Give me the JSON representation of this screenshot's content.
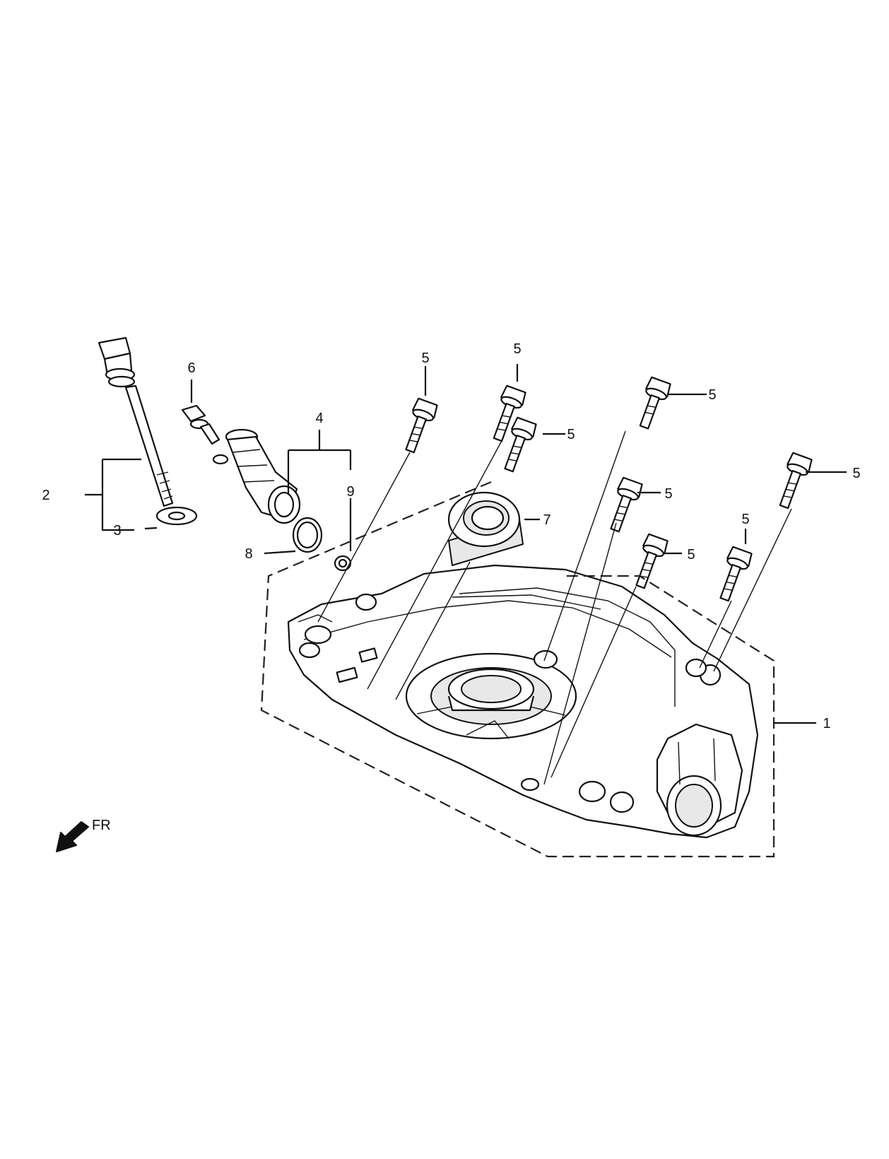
{
  "diagram": {
    "callouts": {
      "c1": "1",
      "c2": "2",
      "c3": "3",
      "c4": "4",
      "c5a": "5",
      "c5b": "5",
      "c5c": "5",
      "c5d": "5",
      "c5e": "5",
      "c5f": "5",
      "c5g": "5",
      "c5h": "5",
      "c6": "6",
      "c7": "7",
      "c8": "8",
      "c9": "9"
    },
    "direction_label": "FR"
  }
}
